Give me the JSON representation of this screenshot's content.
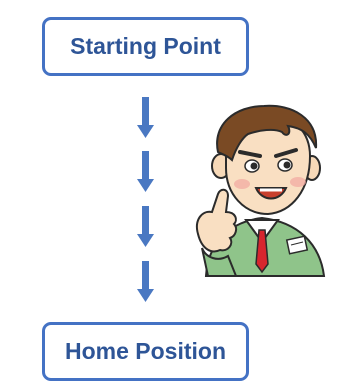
{
  "diagram": {
    "start_label": "Starting Point",
    "end_label": "Home Position",
    "arrow_count": 4,
    "colors": {
      "box_border": "#4472c4",
      "text": "#2e5597",
      "arrow": "#4a78c2"
    }
  },
  "illustration": {
    "icon": "man-thumbs-up-icon"
  }
}
